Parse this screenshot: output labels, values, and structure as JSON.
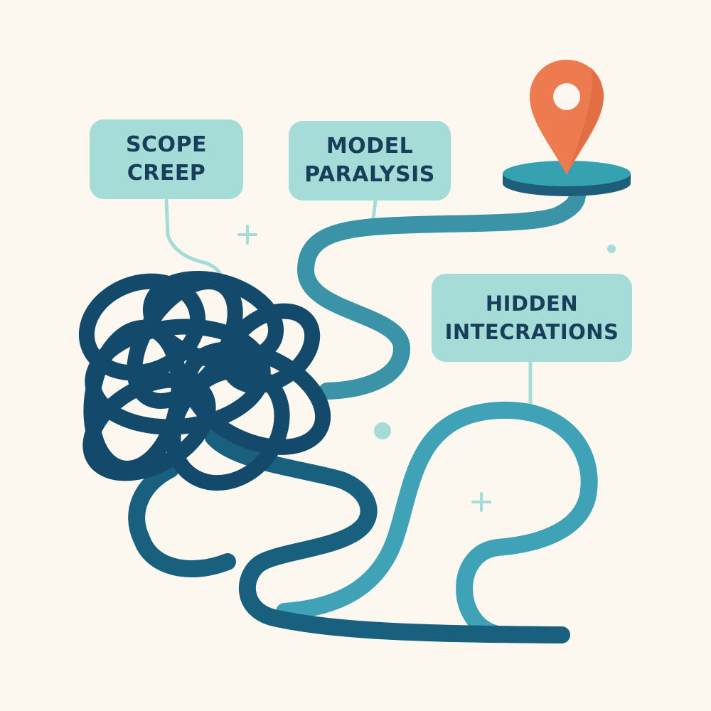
{
  "callouts": {
    "scope_creep": {
      "line1": "SCOPE",
      "line2": "CREEP"
    },
    "model_paralysis": {
      "line1": "MODEL",
      "line2": "PARALYSIS"
    },
    "hidden_integrations": {
      "line1": "HIDDEN",
      "line2": "INTECRATIONS"
    }
  },
  "colors": {
    "background": "#fcf8f0",
    "callout_fill": "#a6dcd7",
    "callout_text": "#173f5a",
    "tangle": "#134a6b",
    "path_teal": "#3a9aac",
    "path_light": "#4aa7b8",
    "pin": "#ee7a4f",
    "platform_top": "#35a1b1",
    "platform_side": "#1f5e7a"
  }
}
